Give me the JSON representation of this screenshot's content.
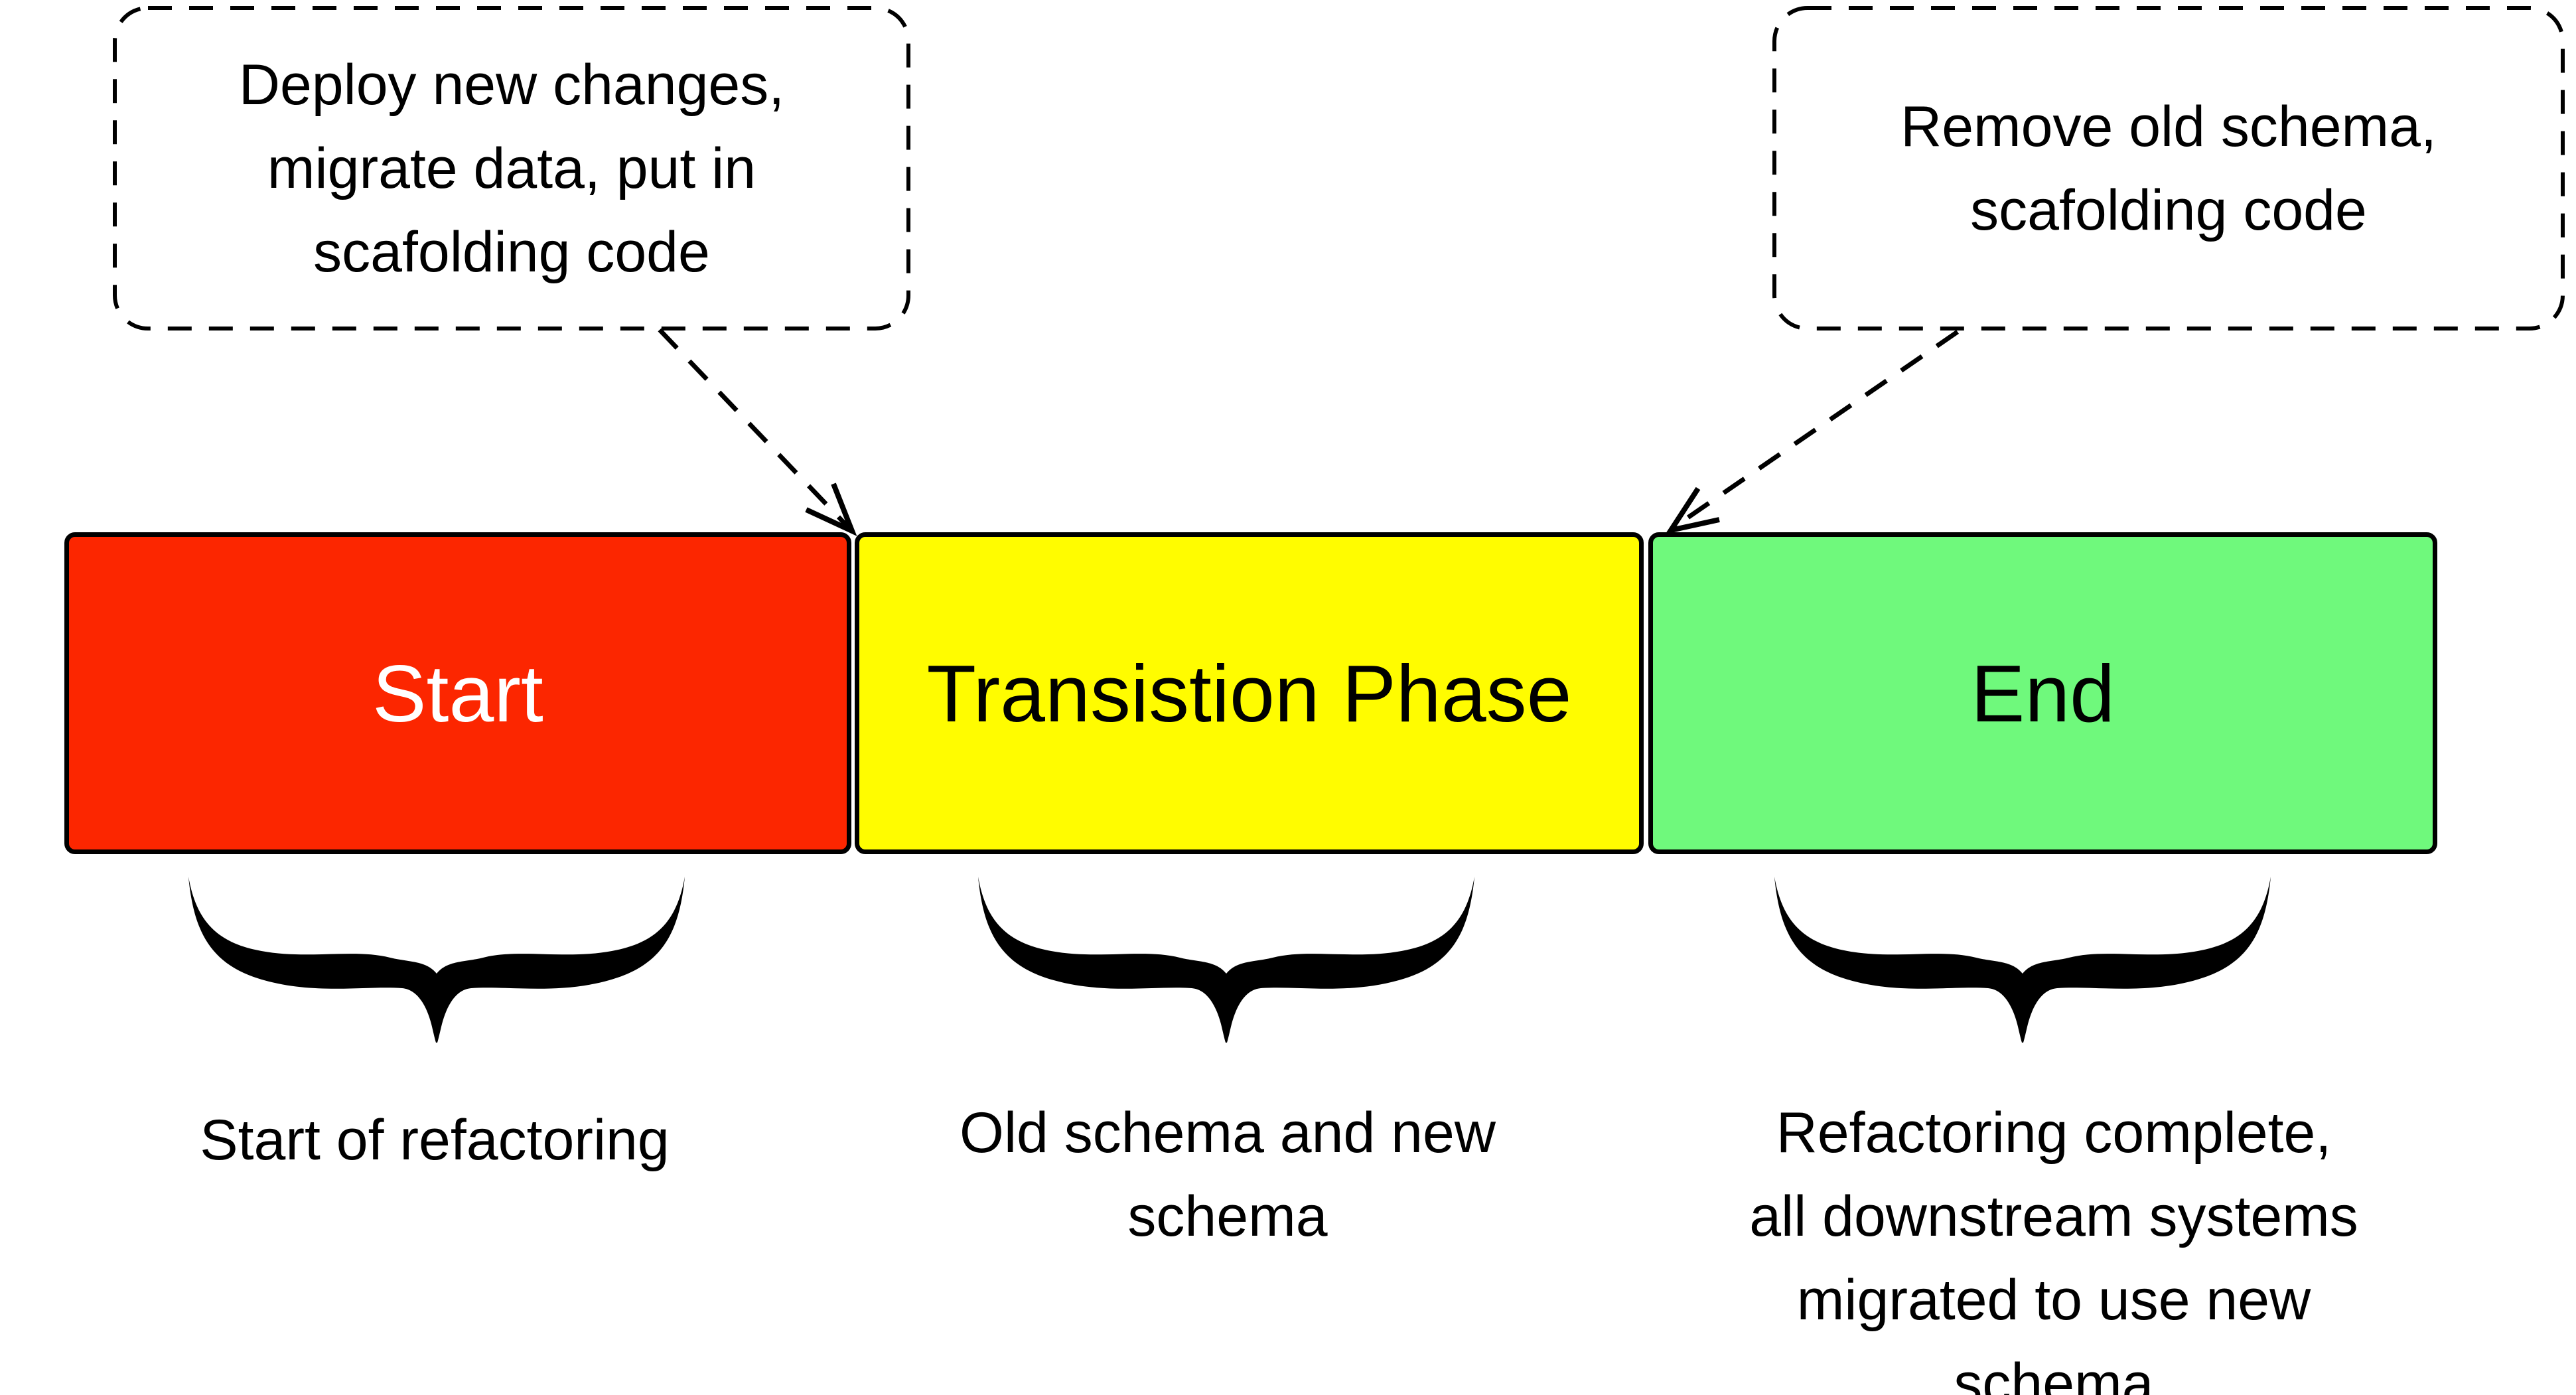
{
  "figure": {
    "background_color": "#FFFFFF",
    "line_color": "#000000",
    "callouts": [
      {
        "text": "Deploy new changes,\nmigrate data, put in\nscafolding code"
      },
      {
        "text": "Remove old schema,\nscafolding code"
      }
    ],
    "phases": [
      {
        "label": "Start",
        "fill": "#FC2600",
        "label_color": "#FFFFFF",
        "description": "Start of refactoring"
      },
      {
        "label": "Transistion Phase",
        "fill": "#FFFC00",
        "label_color": "#000000",
        "description": "Old schema and new\nschema"
      },
      {
        "label": "End",
        "fill": "#6FF97C",
        "label_color": "#000000",
        "description": "Refactoring complete,\nall downstream systems\nmigrated to use new\nschema"
      }
    ]
  }
}
